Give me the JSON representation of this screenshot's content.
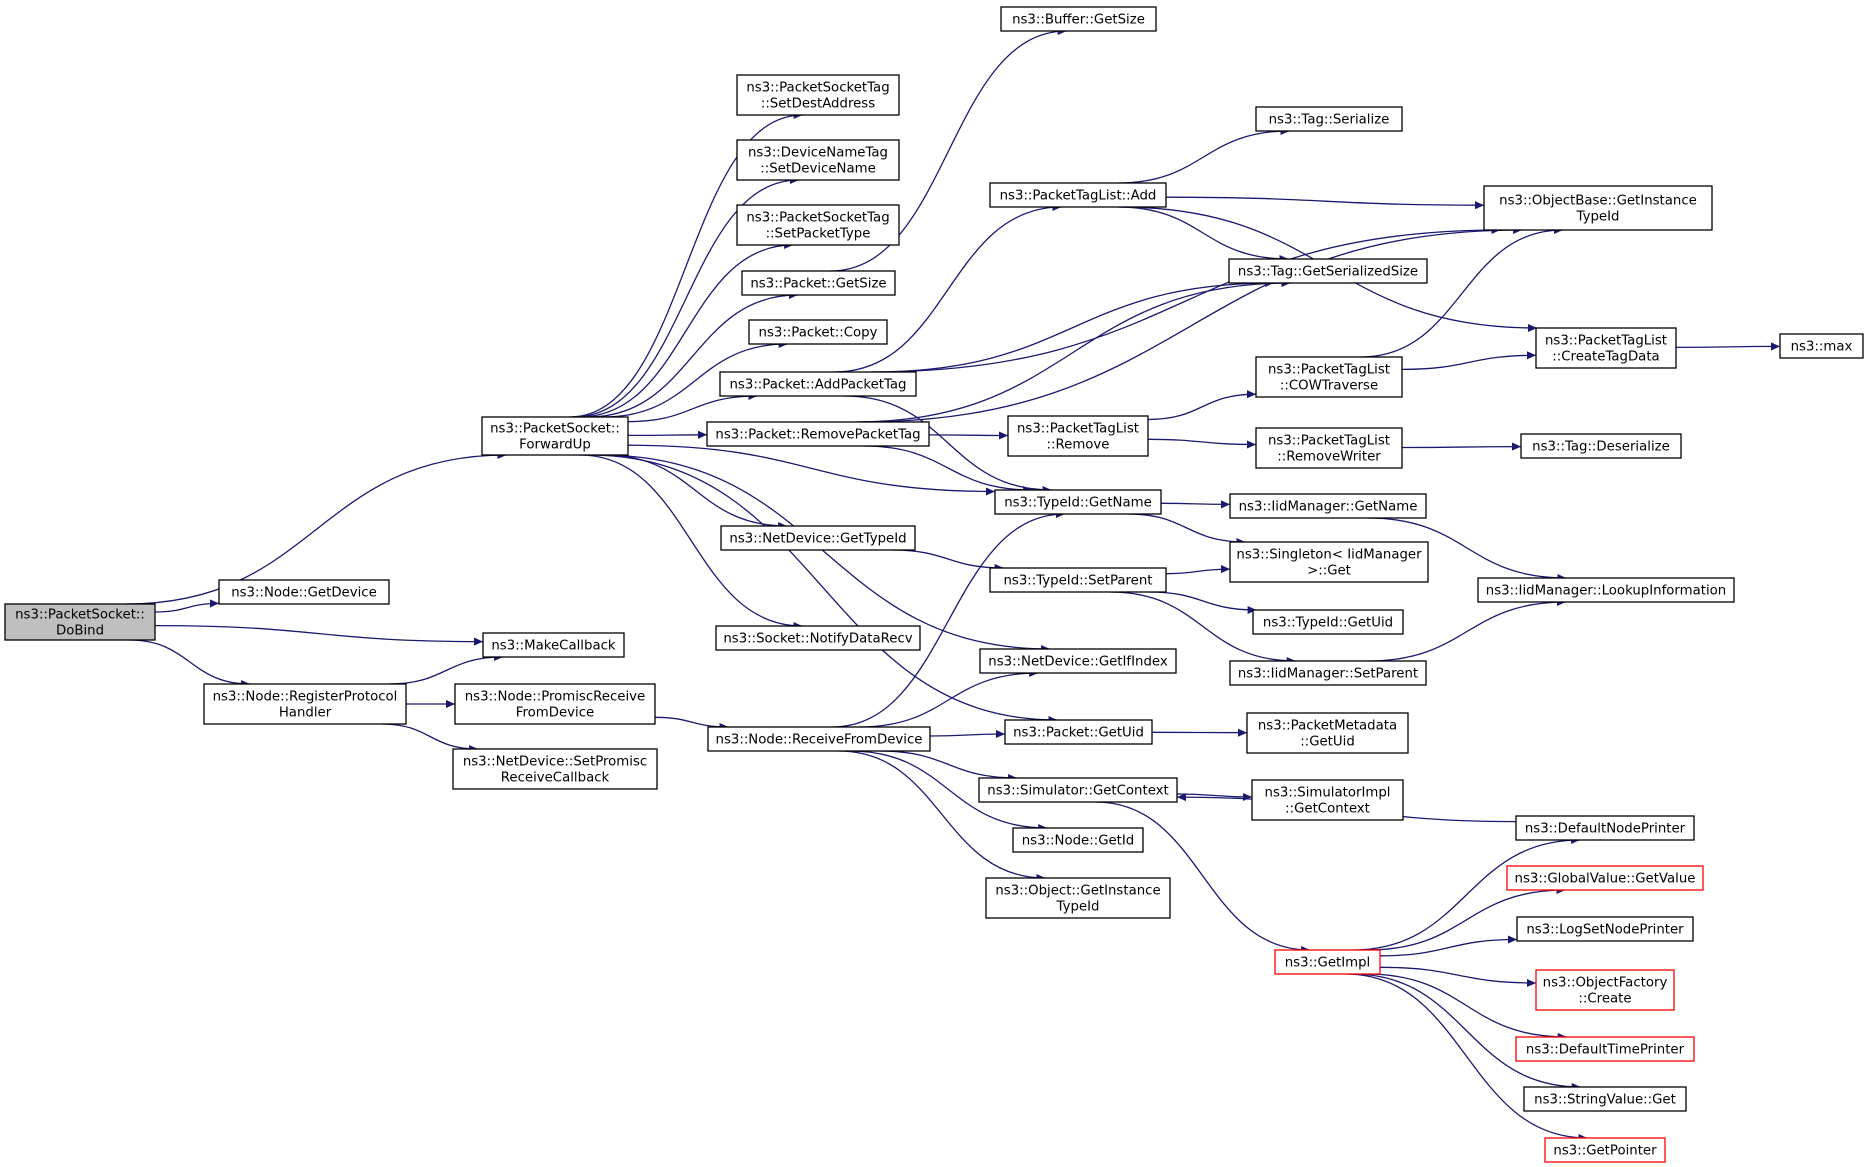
{
  "colors": {
    "edge": "#191970",
    "root_fill": "#bfbfbf",
    "node_border": "#000000",
    "truncated_border": "#ff0000",
    "background": "#ffffff"
  },
  "nodes": {
    "dobind": {
      "lines": [
        "ns3::PacketSocket::",
        "DoBind"
      ],
      "style": "root"
    },
    "forwardup": {
      "lines": [
        "ns3::PacketSocket::",
        "ForwardUp"
      ]
    },
    "nodegetdevice": {
      "lines": [
        "ns3::Node::GetDevice"
      ]
    },
    "makecallback": {
      "lines": [
        "ns3::MakeCallback"
      ]
    },
    "registerprotocol": {
      "lines": [
        "ns3::Node::RegisterProtocol",
        "Handler"
      ]
    },
    "promiscreceive": {
      "lines": [
        "ns3::Node::PromiscReceive",
        "FromDevice"
      ]
    },
    "setpromisc": {
      "lines": [
        "ns3::NetDevice::SetPromisc",
        "ReceiveCallback"
      ]
    },
    "receivefromdevice": {
      "lines": [
        "ns3::Node::ReceiveFromDevice"
      ]
    },
    "setdestaddress": {
      "lines": [
        "ns3::PacketSocketTag",
        "::SetDestAddress"
      ]
    },
    "setdevicename": {
      "lines": [
        "ns3::DeviceNameTag",
        "::SetDeviceName"
      ]
    },
    "setpackettype": {
      "lines": [
        "ns3::PacketSocketTag",
        "::SetPacketType"
      ]
    },
    "packetgetsize": {
      "lines": [
        "ns3::Packet::GetSize"
      ]
    },
    "packetcopy": {
      "lines": [
        "ns3::Packet::Copy"
      ]
    },
    "addpackettag": {
      "lines": [
        "ns3::Packet::AddPacketTag"
      ]
    },
    "removepackettag": {
      "lines": [
        "ns3::Packet::RemovePacketTag"
      ]
    },
    "netdevgettypeid": {
      "lines": [
        "ns3::NetDevice::GetTypeId"
      ]
    },
    "notifydatarecv": {
      "lines": [
        "ns3::Socket::NotifyDataRecv"
      ]
    },
    "buffergetsize": {
      "lines": [
        "ns3::Buffer::GetSize"
      ]
    },
    "ptladd": {
      "lines": [
        "ns3::PacketTagList::Add"
      ]
    },
    "ptlremove": {
      "lines": [
        "ns3::PacketTagList",
        "::Remove"
      ]
    },
    "typeidgetname": {
      "lines": [
        "ns3::TypeId::GetName"
      ]
    },
    "typeidsetparent": {
      "lines": [
        "ns3::TypeId::SetParent"
      ]
    },
    "getifindex": {
      "lines": [
        "ns3::NetDevice::GetIfIndex"
      ]
    },
    "packetgetuid": {
      "lines": [
        "ns3::Packet::GetUid"
      ]
    },
    "simgetcontext": {
      "lines": [
        "ns3::Simulator::GetContext"
      ]
    },
    "nodegetid": {
      "lines": [
        "ns3::Node::GetId"
      ]
    },
    "objgetinstancetypeid": {
      "lines": [
        "ns3::Object::GetInstance",
        "TypeId"
      ]
    },
    "tagserialize": {
      "lines": [
        "ns3::Tag::Serialize"
      ]
    },
    "taggetserializedsize": {
      "lines": [
        "ns3::Tag::GetSerializedSize"
      ]
    },
    "cowtraverse": {
      "lines": [
        "ns3::PacketTagList",
        "::COWTraverse"
      ]
    },
    "removewriter": {
      "lines": [
        "ns3::PacketTagList",
        "::RemoveWriter"
      ]
    },
    "iidgetname": {
      "lines": [
        "ns3::IidManager::GetName"
      ]
    },
    "singletonget": {
      "lines": [
        "ns3::Singleton< IidManager",
        ">::Get"
      ]
    },
    "typeidgetuid": {
      "lines": [
        "ns3::TypeId::GetUid"
      ]
    },
    "iidsetparent": {
      "lines": [
        "ns3::IidManager::SetParent"
      ]
    },
    "pktmetagetuid": {
      "lines": [
        "ns3::PacketMetadata",
        "::GetUid"
      ]
    },
    "simimplgetcontext": {
      "lines": [
        "ns3::SimulatorImpl",
        "::GetContext"
      ]
    },
    "getimpl": {
      "lines": [
        "ns3::GetImpl"
      ],
      "style": "truncated"
    },
    "objbasegetinstancetypeid": {
      "lines": [
        "ns3::ObjectBase::GetInstance",
        "TypeId"
      ]
    },
    "createtagdata": {
      "lines": [
        "ns3::PacketTagList",
        "::CreateTagData"
      ]
    },
    "max": {
      "lines": [
        "ns3::max"
      ]
    },
    "tagdeserialize": {
      "lines": [
        "ns3::Tag::Deserialize"
      ]
    },
    "lookupinformation": {
      "lines": [
        "ns3::IidManager::LookupInformation"
      ]
    },
    "defaultnodeprinter": {
      "lines": [
        "ns3::DefaultNodePrinter"
      ]
    },
    "globalvaluegetvalue": {
      "lines": [
        "ns3::GlobalValue::GetValue"
      ],
      "style": "truncated"
    },
    "logsetnodeprinter": {
      "lines": [
        "ns3::LogSetNodePrinter"
      ]
    },
    "objectfactorycreate": {
      "lines": [
        "ns3::ObjectFactory",
        "::Create"
      ],
      "style": "truncated"
    },
    "defaulttimeprinter": {
      "lines": [
        "ns3::DefaultTimePrinter"
      ],
      "style": "truncated"
    },
    "stringvalueget": {
      "lines": [
        "ns3::StringValue::Get"
      ]
    },
    "getpointer": {
      "lines": [
        "ns3::GetPointer"
      ],
      "style": "truncated"
    }
  },
  "edges": [
    [
      "dobind",
      "forwardup"
    ],
    [
      "dobind",
      "nodegetdevice"
    ],
    [
      "dobind",
      "makecallback"
    ],
    [
      "dobind",
      "registerprotocol"
    ],
    [
      "registerprotocol",
      "makecallback"
    ],
    [
      "registerprotocol",
      "promiscreceive"
    ],
    [
      "registerprotocol",
      "setpromisc"
    ],
    [
      "promiscreceive",
      "receivefromdevice"
    ],
    [
      "forwardup",
      "setdestaddress"
    ],
    [
      "forwardup",
      "setdevicename"
    ],
    [
      "forwardup",
      "setpackettype"
    ],
    [
      "forwardup",
      "packetgetsize"
    ],
    [
      "forwardup",
      "packetcopy"
    ],
    [
      "forwardup",
      "addpackettag"
    ],
    [
      "forwardup",
      "removepackettag"
    ],
    [
      "forwardup",
      "typeidgetname"
    ],
    [
      "forwardup",
      "netdevgettypeid"
    ],
    [
      "forwardup",
      "notifydatarecv"
    ],
    [
      "forwardup",
      "getifindex"
    ],
    [
      "forwardup",
      "packetgetuid"
    ],
    [
      "packetgetsize",
      "buffergetsize"
    ],
    [
      "addpackettag",
      "ptladd"
    ],
    [
      "addpackettag",
      "taggetserializedsize"
    ],
    [
      "addpackettag",
      "objbasegetinstancetypeid"
    ],
    [
      "addpackettag",
      "typeidgetname"
    ],
    [
      "removepackettag",
      "ptlremove"
    ],
    [
      "removepackettag",
      "taggetserializedsize"
    ],
    [
      "removepackettag",
      "objbasegetinstancetypeid"
    ],
    [
      "removepackettag",
      "typeidgetname"
    ],
    [
      "netdevgettypeid",
      "typeidsetparent"
    ],
    [
      "receivefromdevice",
      "typeidgetname"
    ],
    [
      "receivefromdevice",
      "getifindex"
    ],
    [
      "receivefromdevice",
      "packetgetuid"
    ],
    [
      "receivefromdevice",
      "simgetcontext"
    ],
    [
      "receivefromdevice",
      "nodegetid"
    ],
    [
      "receivefromdevice",
      "objgetinstancetypeid"
    ],
    [
      "ptladd",
      "tagserialize"
    ],
    [
      "ptladd",
      "objbasegetinstancetypeid"
    ],
    [
      "ptladd",
      "taggetserializedsize"
    ],
    [
      "ptladd",
      "createtagdata"
    ],
    [
      "ptlremove",
      "cowtraverse"
    ],
    [
      "ptlremove",
      "removewriter"
    ],
    [
      "typeidgetname",
      "iidgetname"
    ],
    [
      "typeidgetname",
      "singletonget"
    ],
    [
      "typeidsetparent",
      "singletonget"
    ],
    [
      "typeidsetparent",
      "typeidgetuid"
    ],
    [
      "typeidsetparent",
      "iidsetparent"
    ],
    [
      "packetgetuid",
      "pktmetagetuid"
    ],
    [
      "simgetcontext",
      "simimplgetcontext"
    ],
    [
      "simgetcontext",
      "getimpl"
    ],
    [
      "cowtraverse",
      "objbasegetinstancetypeid"
    ],
    [
      "cowtraverse",
      "createtagdata"
    ],
    [
      "removewriter",
      "tagdeserialize"
    ],
    [
      "createtagdata",
      "max"
    ],
    [
      "iidgetname",
      "lookupinformation"
    ],
    [
      "iidsetparent",
      "lookupinformation"
    ],
    [
      "defaultnodeprinter",
      "simgetcontext"
    ],
    [
      "getimpl",
      "defaultnodeprinter"
    ],
    [
      "getimpl",
      "globalvaluegetvalue"
    ],
    [
      "getimpl",
      "logsetnodeprinter"
    ],
    [
      "getimpl",
      "objectfactorycreate"
    ],
    [
      "getimpl",
      "defaulttimeprinter"
    ],
    [
      "getimpl",
      "stringvalueget"
    ],
    [
      "getimpl",
      "getpointer"
    ]
  ]
}
